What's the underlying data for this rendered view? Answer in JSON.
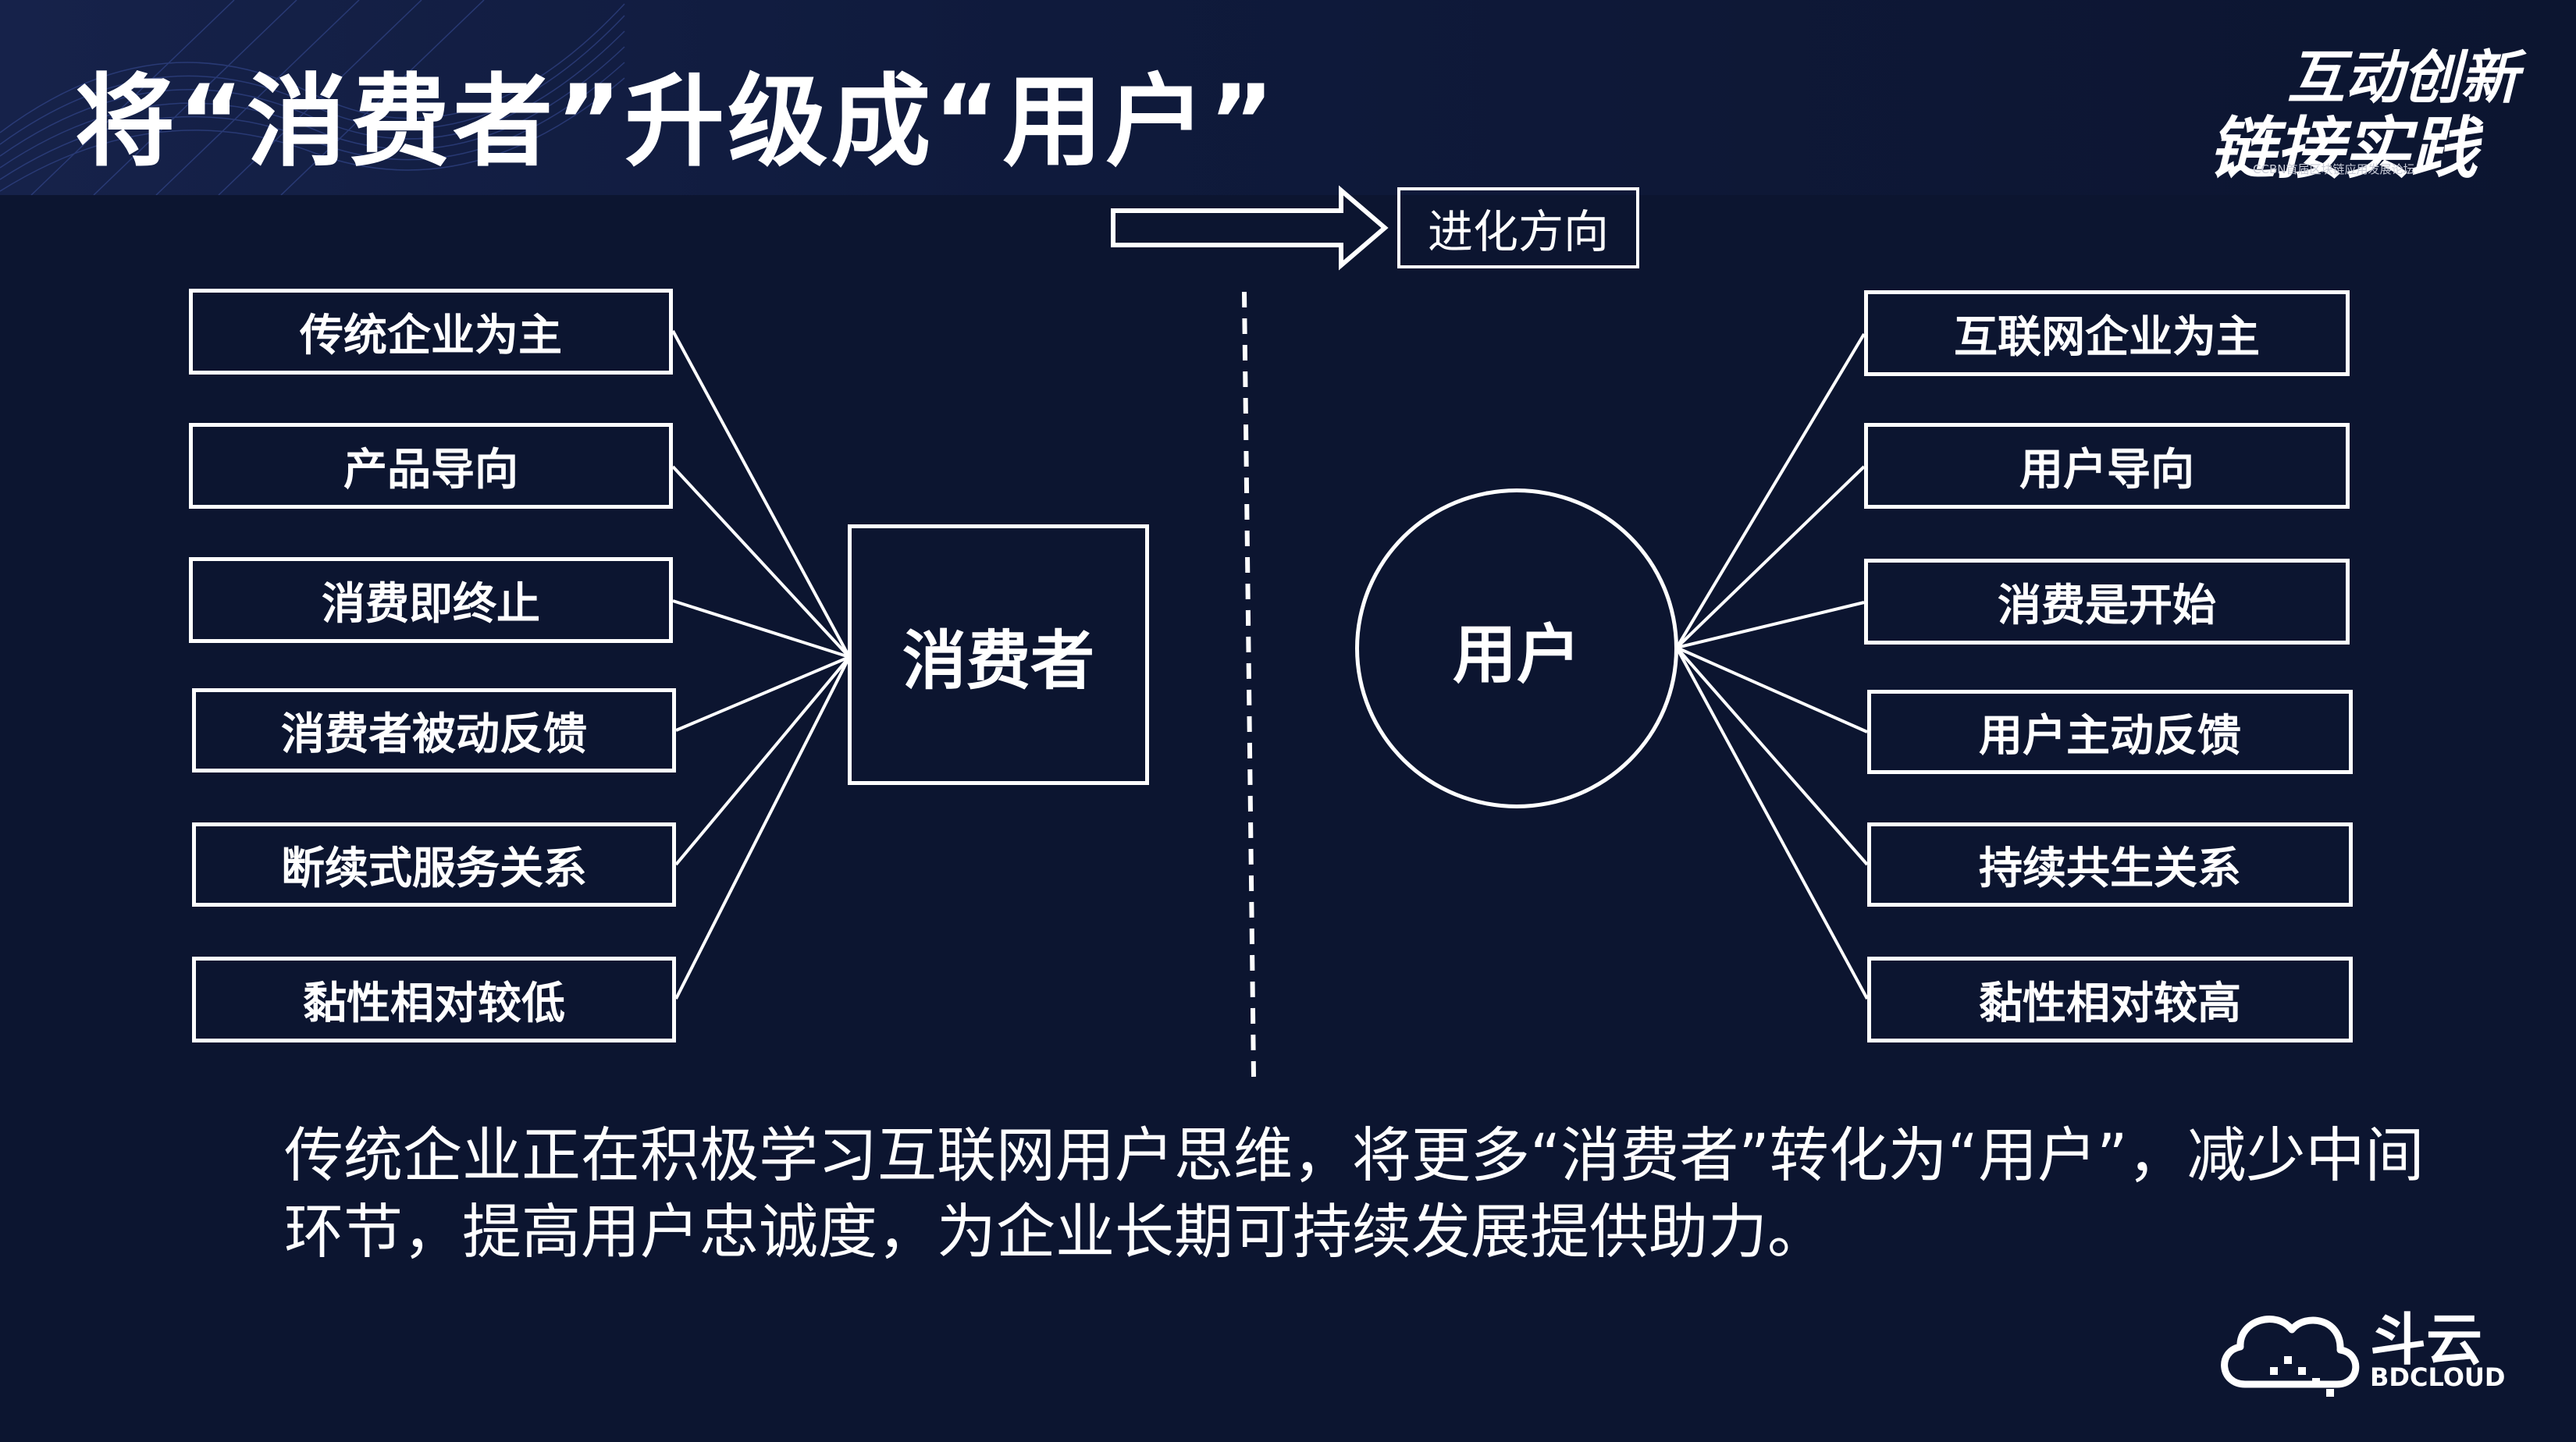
{
  "title": "将“消费者”升级成“用户”",
  "top_logo": {
    "line1": "互动创新",
    "line2": "链接实践",
    "line3": "CCBN首届区块链应用发展论坛"
  },
  "direction_label": "进化方向",
  "left": {
    "center": "消费者",
    "items": [
      "传统企业为主",
      "产品导向",
      "消费即终止",
      "消费者被动反馈",
      "断续式服务关系",
      "黏性相对较低"
    ]
  },
  "right": {
    "center": "用户",
    "items": [
      "互联网企业为主",
      "用户导向",
      "消费是开始",
      "用户主动反馈",
      "持续共生关系",
      "黏性相对较高"
    ]
  },
  "summary": "传统企业正在积极学习互联网用户思维，将更多“消费者”转化为“用户”，减少中间环节，提高用户忠诚度，为企业长期可持续发展提供助力。",
  "bottom_logo": {
    "cn": "斗云",
    "en": "BDCLOUD"
  },
  "colors": {
    "background": "#0c1530",
    "foreground": "#ffffff"
  }
}
